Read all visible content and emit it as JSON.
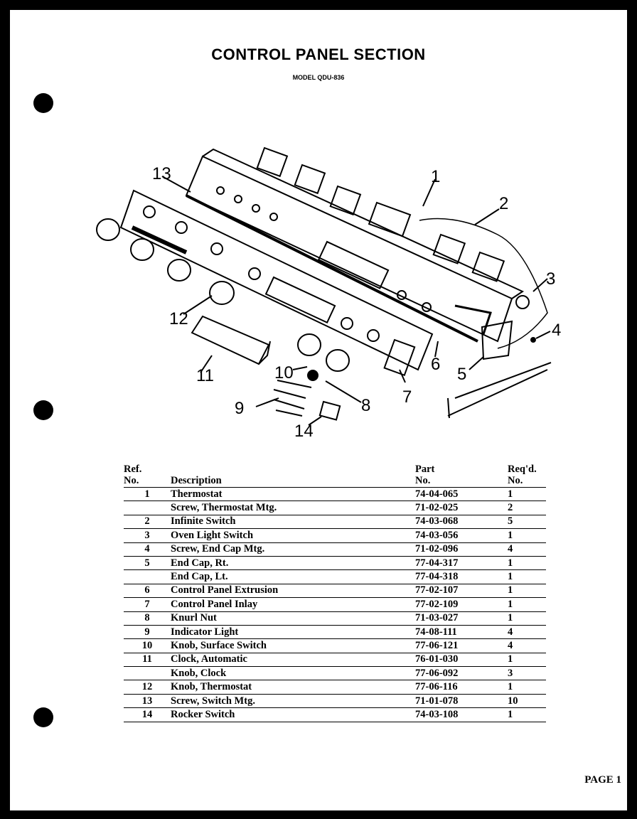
{
  "title": "CONTROL PANEL SECTION",
  "model": "MODEL QDU-836",
  "diagram_callouts": [
    "1",
    "2",
    "3",
    "4",
    "5",
    "6",
    "7",
    "8",
    "9",
    "10",
    "11",
    "12",
    "13",
    "14"
  ],
  "table": {
    "headers": {
      "ref": [
        "Ref.",
        "No."
      ],
      "desc": "Description",
      "part": [
        "Part",
        "No."
      ],
      "req": [
        "Req'd.",
        "No."
      ]
    },
    "rows": [
      {
        "ref": "1",
        "desc": "Thermostat",
        "part": "74-04-065",
        "req": "1"
      },
      {
        "ref": "",
        "desc": "Screw, Thermostat Mtg.",
        "part": "71-02-025",
        "req": "2"
      },
      {
        "ref": "2",
        "desc": "Infinite Switch",
        "part": "74-03-068",
        "req": "5"
      },
      {
        "ref": "3",
        "desc": "Oven Light Switch",
        "part": "74-03-056",
        "req": "1"
      },
      {
        "ref": "4",
        "desc": "Screw, End Cap Mtg.",
        "part": "71-02-096",
        "req": "4"
      },
      {
        "ref": "5",
        "desc": "End Cap, Rt.",
        "part": "77-04-317",
        "req": "1"
      },
      {
        "ref": "",
        "desc": "End Cap, Lt.",
        "part": "77-04-318",
        "req": "1"
      },
      {
        "ref": "6",
        "desc": "Control Panel Extrusion",
        "part": "77-02-107",
        "req": "1"
      },
      {
        "ref": "7",
        "desc": "Control Panel Inlay",
        "part": "77-02-109",
        "req": "1"
      },
      {
        "ref": "8",
        "desc": "Knurl Nut",
        "part": "71-03-027",
        "req": "1"
      },
      {
        "ref": "9",
        "desc": "Indicator Light",
        "part": "74-08-111",
        "req": "4"
      },
      {
        "ref": "10",
        "desc": "Knob, Surface Switch",
        "part": "77-06-121",
        "req": "4"
      },
      {
        "ref": "11",
        "desc": "Clock, Automatic",
        "part": "76-01-030",
        "req": "1"
      },
      {
        "ref": "",
        "desc": "Knob, Clock",
        "part": "77-06-092",
        "req": "3"
      },
      {
        "ref": "12",
        "desc": "Knob, Thermostat",
        "part": "77-06-116",
        "req": "1"
      },
      {
        "ref": "13",
        "desc": "Screw, Switch Mtg.",
        "part": "71-01-078",
        "req": "10"
      },
      {
        "ref": "14",
        "desc": "Rocker Switch",
        "part": "74-03-108",
        "req": "1"
      }
    ]
  },
  "page_label": "PAGE 1"
}
